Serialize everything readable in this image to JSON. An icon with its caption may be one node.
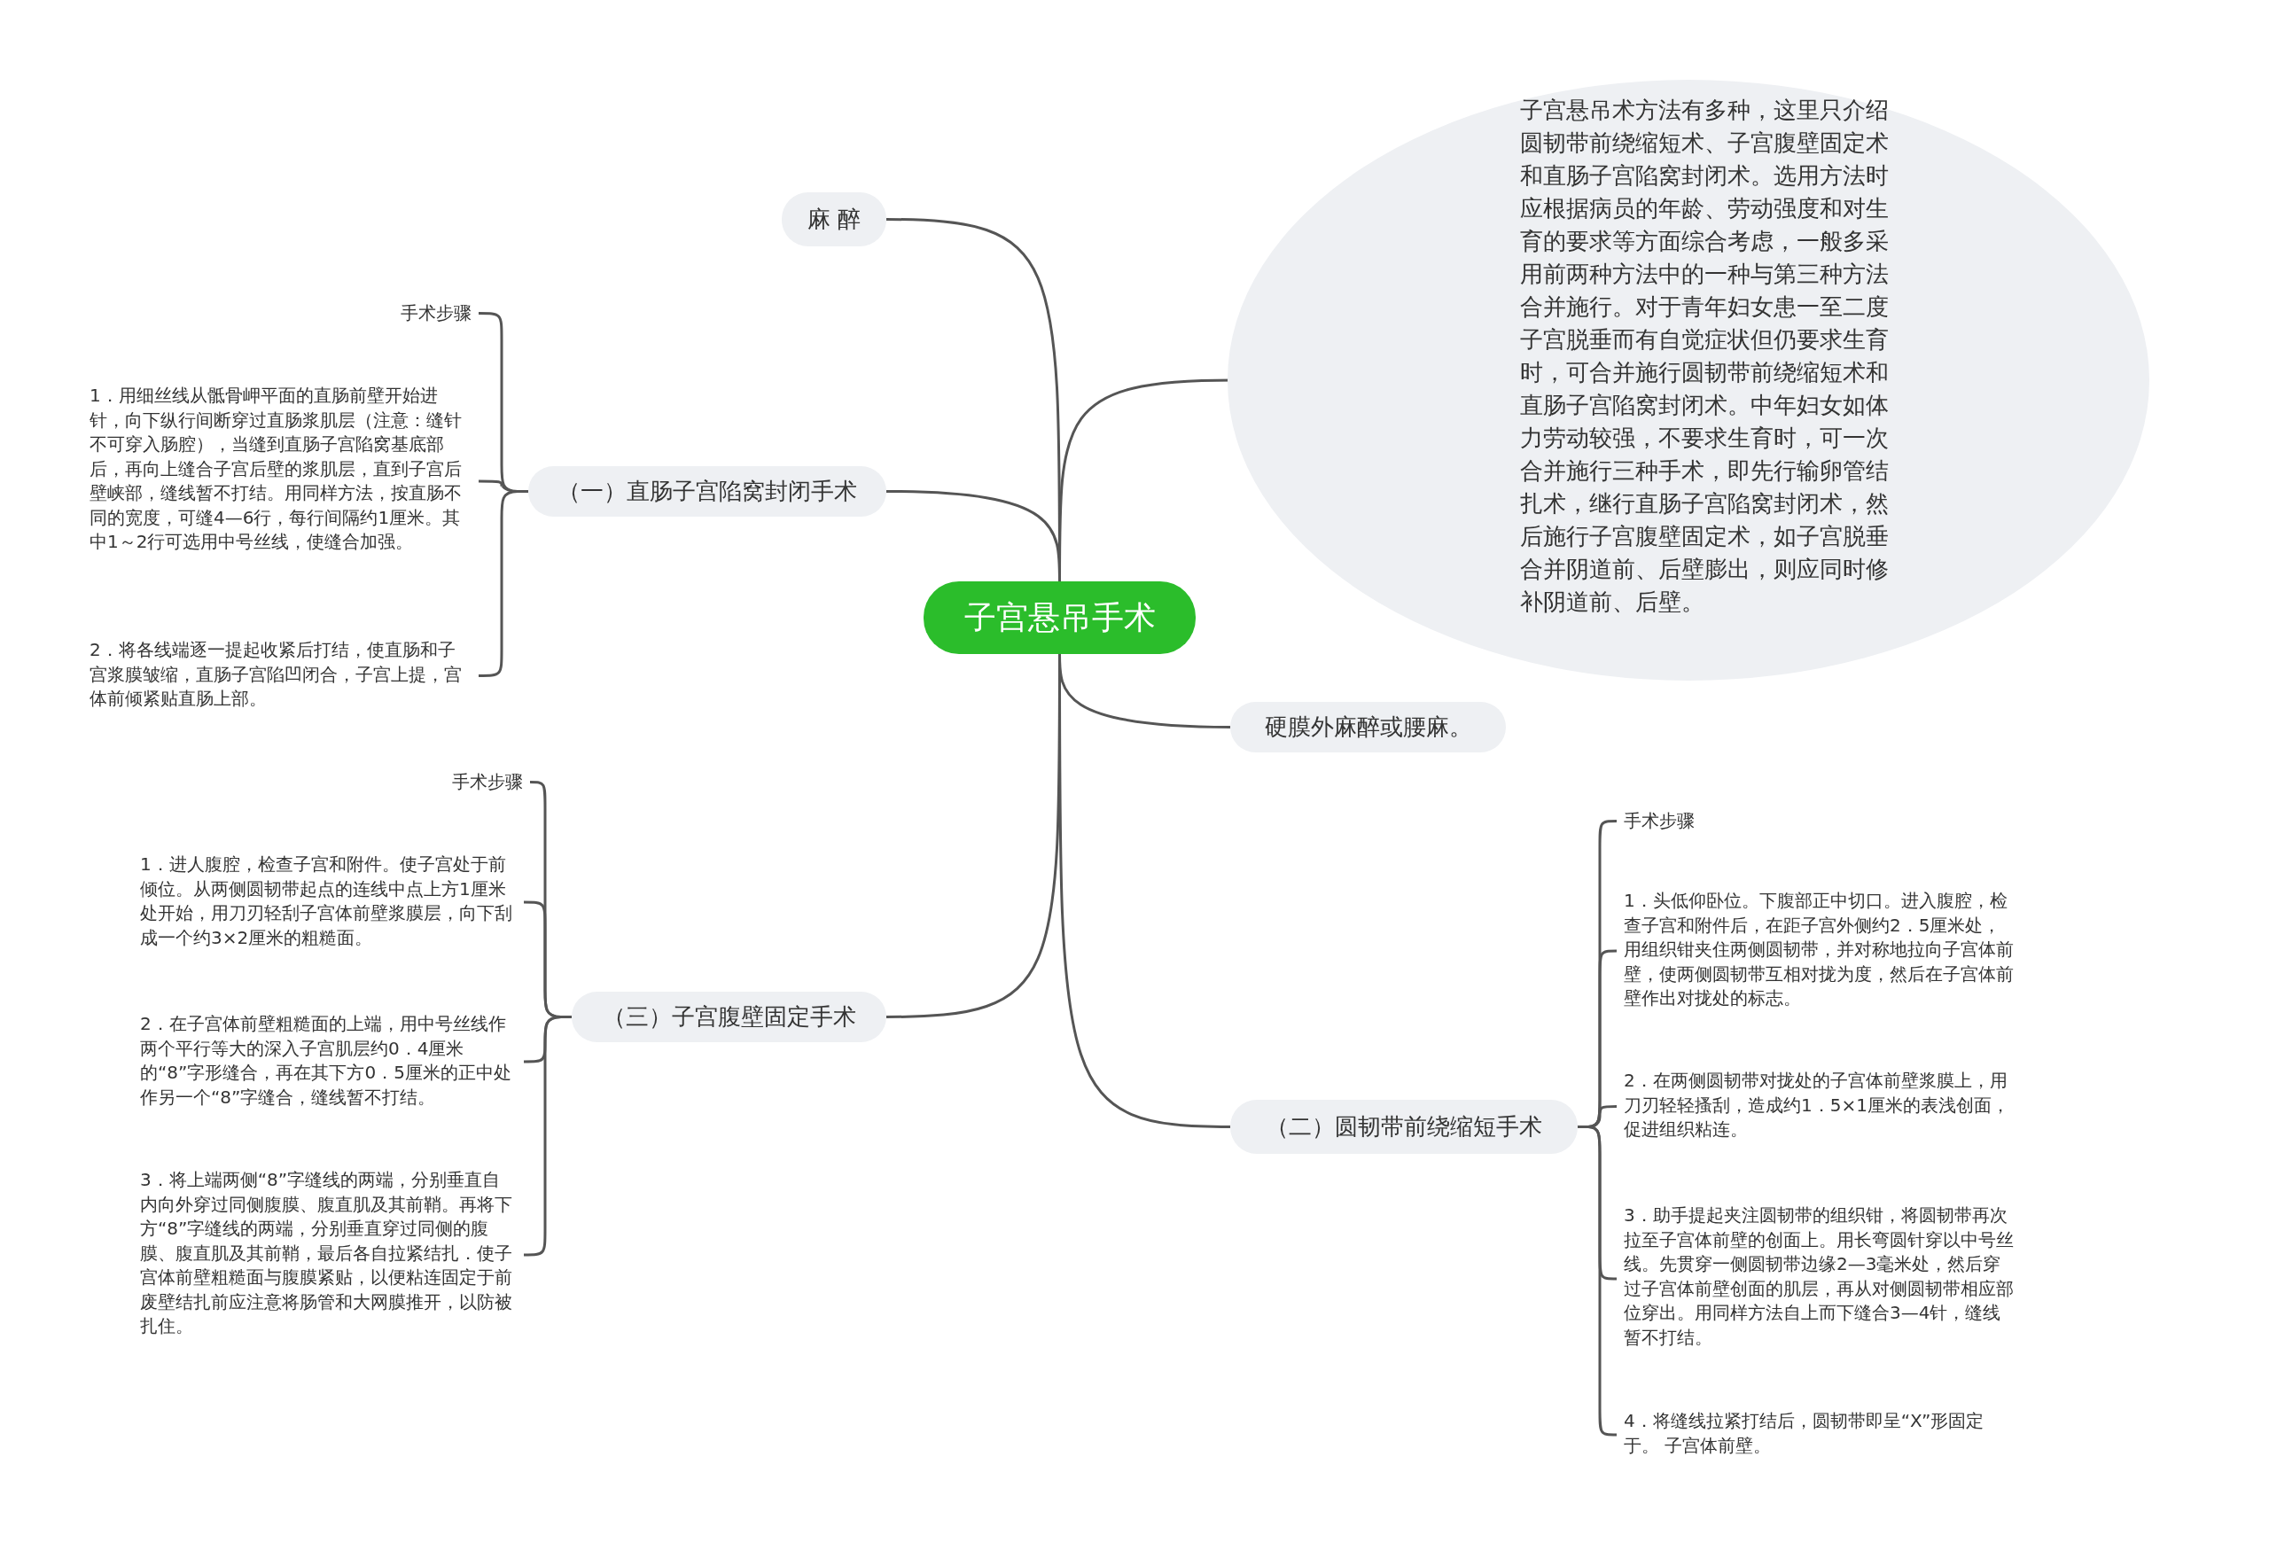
{
  "diagram": {
    "nodes": [
      {
        "text": [
          "子宫悬吊手术"
        ]
      },
      {
        "text": [
          "麻 醉"
        ]
      },
      {
        "text": [
          "子宫悬吊术方法有多种，这里只介绍圆韧带前绕缩短术、子宫腹壁固定术和直肠子宫陷窝封闭术。选用方法时应根据病员的年龄、劳动强度和对生育的要求等方面综合考虑，一般多采用前两种方法中的一种与第三种方法合并施行。对于青年妇女患一至二度子宫脱垂而有自觉症状但仍要求生育时，可合并施行圆韧带前绕缩短术和直肠子宫陷窝封闭术。中年妇女如体力劳动较强，不要求生育时，可一次合并施行三种手术，即先行输卵管结扎术，继行直肠子宫陷窝封闭术，然后施行子宫腹壁固定术，如子宫脱垂合并阴道前、后壁膨出，则应同时修补阴道前、后壁。"
        ]
      },
      {
        "text": [
          "（一）直肠子宫陷窝封闭手术"
        ]
      },
      {
        "text": [
          "手术步骤"
        ]
      },
      {
        "text": [
          "1．用细丝线从骶骨岬平面的直肠前壁开始进针，向下纵行间断穿过直肠浆肌层（注意：缝针不可穿入肠腔），当缝到直肠子宫陷窝基底部后，再向上缝合子宫后壁的浆肌层，直到子宫后壁峡部，缝线暂不打结。用同样方法，按直肠不同的宽度，可缝4—6行，每行间隔约1厘米。其中1～2行可选用中号丝线，使缝合加强。"
        ]
      },
      {
        "text": [
          "2．将各线端逐一提起收紧后打结，使直肠和子宫浆膜皱缩，直肠子宫陷凹闭合，子宫上提，宫体前倾紧贴直肠上部。"
        ]
      },
      {
        "text": [
          "硬膜外麻醉或腰麻。"
        ]
      },
      {
        "text": [
          "（三）子宫腹壁固定手术"
        ]
      },
      {
        "text": [
          "手术步骤"
        ]
      },
      {
        "text": [
          "1．进人腹腔，检查子宫和附件。使子宫处于前倾位。从两侧圆韧带起点的连线中点上方1厘米处开始，用刀刃轻刮子宫体前壁浆膜层，向下刮成一个约3×2厘米的粗糙面。"
        ]
      },
      {
        "text": [
          "2．在子宫体前壁粗糙面的上端，用中号丝线作两个平行等大的深入子宫肌层约0．4厘米的“8”字形缝合，再在其下方0．5厘米的正中处作另一个“8”字缝合，缝线暂不打结。"
        ]
      },
      {
        "text": [
          "3．将上端两侧“8”字缝线的两端，分别垂直自内向外穿过同侧腹膜、腹直肌及其前鞘。再将下方“8”字缝线的两端，分别垂直穿过同侧的腹膜、腹直肌及其前鞘，最后各自拉紧结扎．使子宫体前壁粗糙面与腹膜紧贴，以便粘连固定于前废壁结扎前应注意将肠管和大网膜推开，以防被扎住。"
        ]
      },
      {
        "text": [
          "（二）圆韧带前绕缩短手术"
        ]
      },
      {
        "text": [
          "手术步骤"
        ]
      },
      {
        "text": [
          "1．头低仰卧位。下腹部正中切口。进入腹腔，检查子宫和附件后，在距子宫外侧约2．5厘米处，用组织钳夹住两侧圆韧带，并对称地拉向子宫体前壁，使两侧圆韧带互相对拢为度，然后在子宫体前壁作出对拢处的标志。"
        ]
      },
      {
        "text": [
          "2．在两侧圆韧带对拢处的子宫体前壁浆膜上，用刀刃轻轻搔刮，造成约1．5×1厘米的表浅创面，促进组织粘连。"
        ]
      },
      {
        "text": [
          "3．助手提起夹注圆韧带的组织钳，将圆韧带再次拉至子宫体前壁的创面上。用长弯圆针穿以中号丝线。先贯穿一侧圆韧带边缘2—3毫米处，然后穿过子宫体前壁创面的肌层，再从对侧圆韧带相应部位穿出。用同样方法自上而下缝合3—4针，缝线暂不打结。"
        ]
      },
      {
        "text": [
          "4．将缝线拉紧打结后，圆韧带即呈“X”形固定于。 子宫体前壁。"
        ]
      }
    ],
    "edges": [
      {
        "from": 0,
        "to": 1,
        "arrow": "none"
      },
      {
        "from": 0,
        "to": 2,
        "arrow": "none"
      },
      {
        "from": 0,
        "to": 3,
        "arrow": "none"
      },
      {
        "from": 0,
        "to": 7,
        "arrow": "none"
      },
      {
        "from": 0,
        "to": 8,
        "arrow": "none"
      },
      {
        "from": 0,
        "to": 13,
        "arrow": "none"
      },
      {
        "from": 3,
        "to": 4,
        "arrow": "none"
      },
      {
        "from": 3,
        "to": 5,
        "arrow": "none"
      },
      {
        "from": 3,
        "to": 6,
        "arrow": "none"
      },
      {
        "from": 8,
        "to": 9,
        "arrow": "none"
      },
      {
        "from": 8,
        "to": 10,
        "arrow": "none"
      },
      {
        "from": 8,
        "to": 11,
        "arrow": "none"
      },
      {
        "from": 8,
        "to": 12,
        "arrow": "none"
      },
      {
        "from": 13,
        "to": 14,
        "arrow": "none"
      },
      {
        "from": 13,
        "to": 15,
        "arrow": "none"
      },
      {
        "from": 13,
        "to": 16,
        "arrow": "none"
      },
      {
        "from": 13,
        "to": 17,
        "arrow": "none"
      },
      {
        "from": 13,
        "to": 18,
        "arrow": "none"
      }
    ]
  }
}
